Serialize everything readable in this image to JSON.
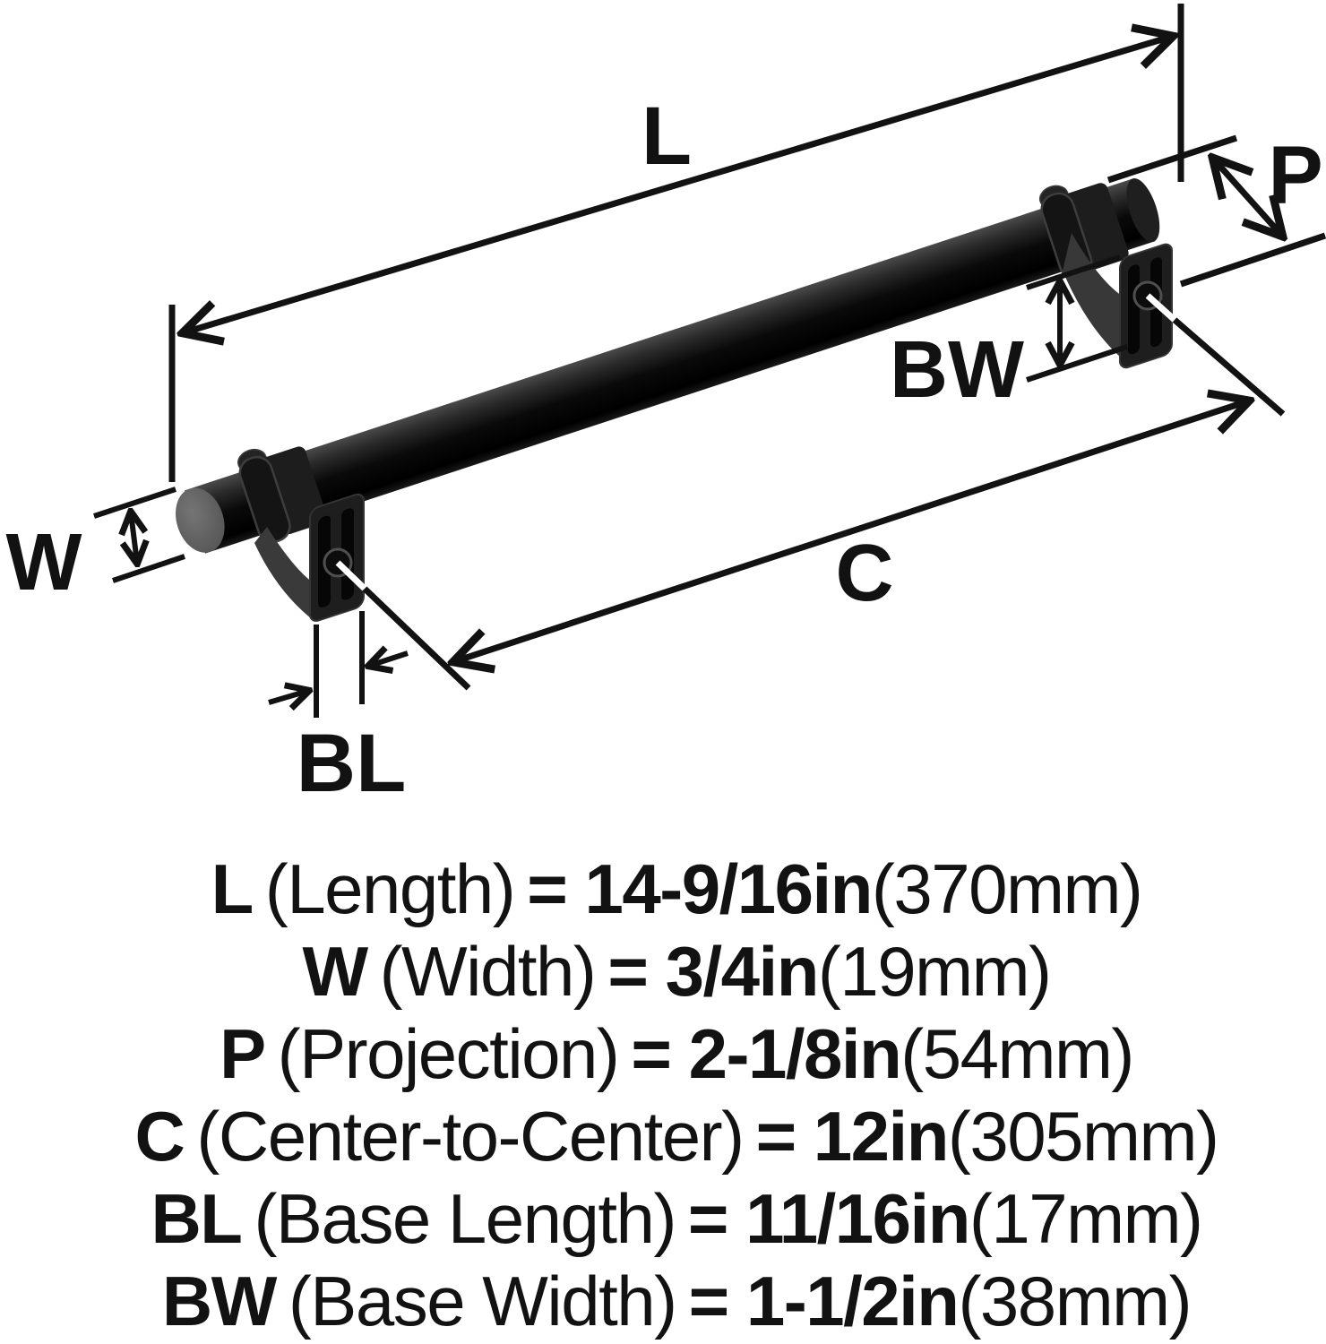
{
  "diagram": {
    "labels": {
      "length": "L",
      "width": "W",
      "projection": "P",
      "center_to_center": "C",
      "base_length": "BL",
      "base_width": "BW"
    },
    "colors": {
      "ink": "#121212",
      "bar_black": "#0a0a0a",
      "bar_highlight": "#474747",
      "end_face_gray": "#5c5c5c",
      "bracket_gray": "#3a3a3a",
      "leader_white": "#ffffff",
      "background": "#ffffff"
    }
  },
  "specs": [
    {
      "label": "L",
      "name": "(Length)",
      "value": "= 14-9/16in",
      "metric": "(370mm)"
    },
    {
      "label": "W",
      "name": "(Width)",
      "value": "= 3/4in",
      "metric": "(19mm)"
    },
    {
      "label": "P",
      "name": "(Projection)",
      "value": "= 2-1/8in",
      "metric": "(54mm)"
    },
    {
      "label": "C",
      "name": "(Center-to-Center)",
      "value": "= 12in",
      "metric": "(305mm)"
    },
    {
      "label": "BL",
      "name": "(Base Length)",
      "value": "= 11/16in",
      "metric": "(17mm)"
    },
    {
      "label": "BW",
      "name": "(Base Width)",
      "value": "= 1-1/2in",
      "metric": "(38mm)"
    }
  ]
}
